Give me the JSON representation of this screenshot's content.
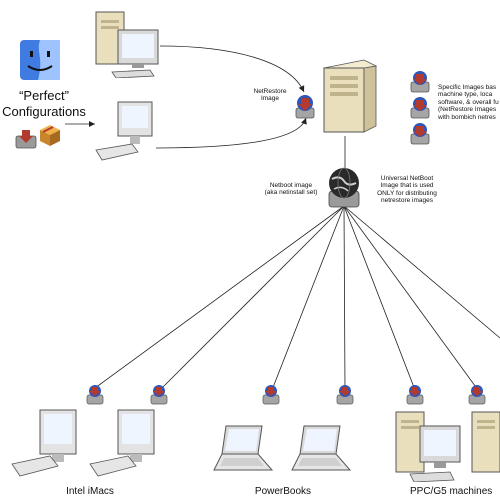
{
  "labels": {
    "perfect_configurations": "“Perfect”\nConfigurations",
    "netrestore_image": "NetRestore\nImage",
    "specific_images": "Specific Images bas\nmachine type, loca\nsoftware, & overall fu\n(NetRestore Images\nwith bombich netres",
    "netboot_image": "Netboot image\n(aka netinstall set)",
    "universal_netboot": "Universal NetBoot\nImage that is used\nONLY for distributing\nnetrestore images",
    "intel_imacs": "Intel iMacs",
    "powerbooks": "PowerBooks",
    "ppc_g5": "PPC/G5 machines"
  },
  "icons": {
    "finder": "finder-icon",
    "installer": "installer-package-icon",
    "server": "server-tower-icon",
    "netrestore": "netrestore-disk-icon",
    "netboot": "netboot-globe-disk-icon",
    "imac": "imac-icon",
    "powerbook": "powerbook-icon",
    "g5": "g5-tower-icon"
  },
  "colors": {
    "line": "#222222",
    "tower_body": "#e9dfbd",
    "monitor_frame": "#d9d9d9",
    "screen": "#eef5ff",
    "finder_blue": "#3f7be0",
    "globe": "#2a2a2a",
    "disk_red": "#b23a2e"
  }
}
